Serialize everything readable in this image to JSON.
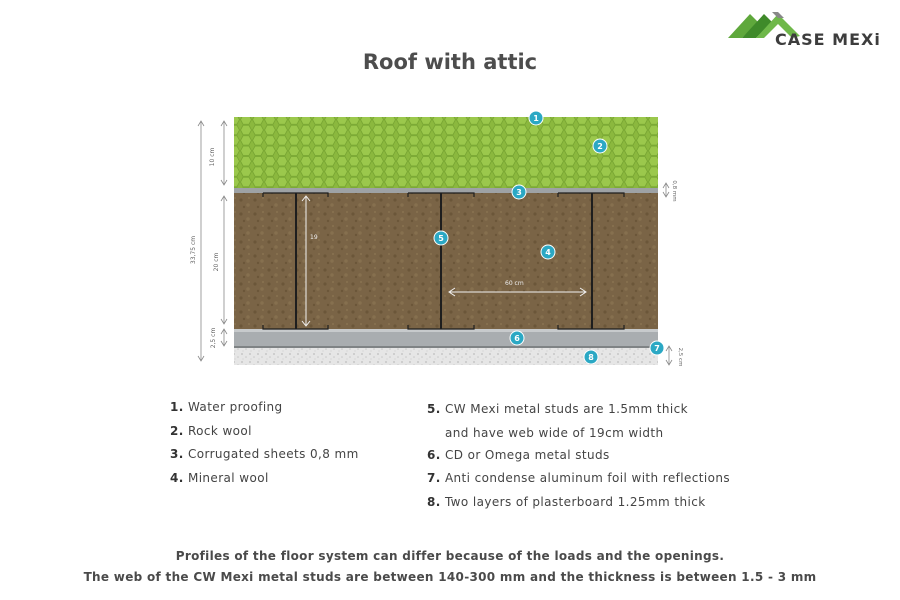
{
  "brand": {
    "name": "CASE MEXi"
  },
  "title": "Roof with attic",
  "dimensions": {
    "total": "33,75 cm",
    "rock_wool": "10 cm",
    "mineral_wool": "20 cm",
    "bottom": "2,5 cm",
    "stud_web": "19",
    "spacing": "60 cm",
    "sheet": "0,8 mm",
    "plasterboard": "2,5 cm"
  },
  "markers": [
    "1",
    "2",
    "3",
    "4",
    "5",
    "6",
    "7",
    "8"
  ],
  "legend_left": [
    {
      "num": "1.",
      "text": "Water proofing"
    },
    {
      "num": "2.",
      "text": "Rock wool"
    },
    {
      "num": "3.",
      "text": "Corrugated sheets 0,8 mm"
    },
    {
      "num": "4.",
      "text": "Mineral wool"
    }
  ],
  "legend_right": [
    {
      "num": "5.",
      "text": "CW Mexi metal studs are 1.5mm thick",
      "text2": "and have web wide of 19cm width"
    },
    {
      "num": "6.",
      "text": "CD or Omega metal studs"
    },
    {
      "num": "7.",
      "text": "Anti condense aluminum foil with reflections"
    },
    {
      "num": "8.",
      "text": "Two layers of plasterboard 1.25mm thick"
    }
  ],
  "footer": {
    "line1": "Profiles of the floor system can differ because of the loads and the openings.",
    "line2": "The web of the CW Mexi metal studs are between 140-300 mm and the thickness is between 1.5 - 3 mm"
  },
  "colors": {
    "rock_wool": "#8bb83e",
    "mineral_wool": "#7a6446",
    "metal": "#9fa3a6",
    "marker": "#2ba8c4",
    "logo_green": "#5fa83c"
  }
}
